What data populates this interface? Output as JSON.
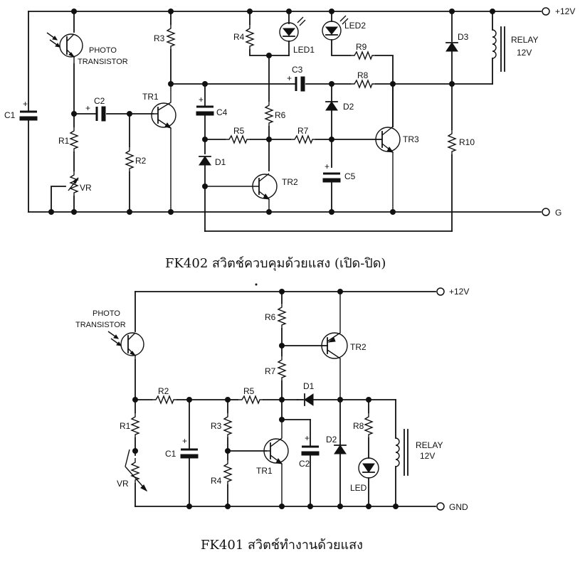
{
  "top": {
    "caption": "FK402 สวิตช์ควบคุมด้วยแสง (เปิด-ปิด)",
    "rail_plus": "+12V",
    "rail_ground": "G",
    "labels": {
      "photo1": "PHOTO",
      "photo2": "TRANSISTOR",
      "c1": "C1",
      "r1": "R1",
      "vr": "VR",
      "c2": "C2",
      "r2": "R2",
      "r3": "R3",
      "tr1": "TR1",
      "c4": "C4",
      "d1": "D1",
      "r4": "R4",
      "led1": "LED1",
      "led2": "LED2",
      "r9": "R9",
      "c3": "C3",
      "r8": "R8",
      "r6": "R6",
      "d2": "D2",
      "r5": "R5",
      "r7": "R7",
      "tr3": "TR3",
      "tr2": "TR2",
      "c5": "C5",
      "d3": "D3",
      "relay1": "RELAY",
      "relay2": "12V",
      "r10": "R10"
    }
  },
  "bottom": {
    "caption": "FK401 สวิตช์ทำงานด้วยแสง",
    "rail_plus": "+12V",
    "rail_ground": "GND",
    "labels": {
      "photo1": "PHOTO",
      "photo2": "TRANSISTOR",
      "r1": "R1",
      "vr": "VR",
      "r2": "R2",
      "c1": "C1",
      "r3": "R3",
      "r4": "R4",
      "r5": "R5",
      "r6": "R6",
      "r7": "R7",
      "tr1": "TR1",
      "tr2": "TR2",
      "d1": "D1",
      "d2": "D2",
      "c2": "C2",
      "r8": "R8",
      "led": "LED",
      "relay1": "RELAY",
      "relay2": "12V"
    }
  }
}
